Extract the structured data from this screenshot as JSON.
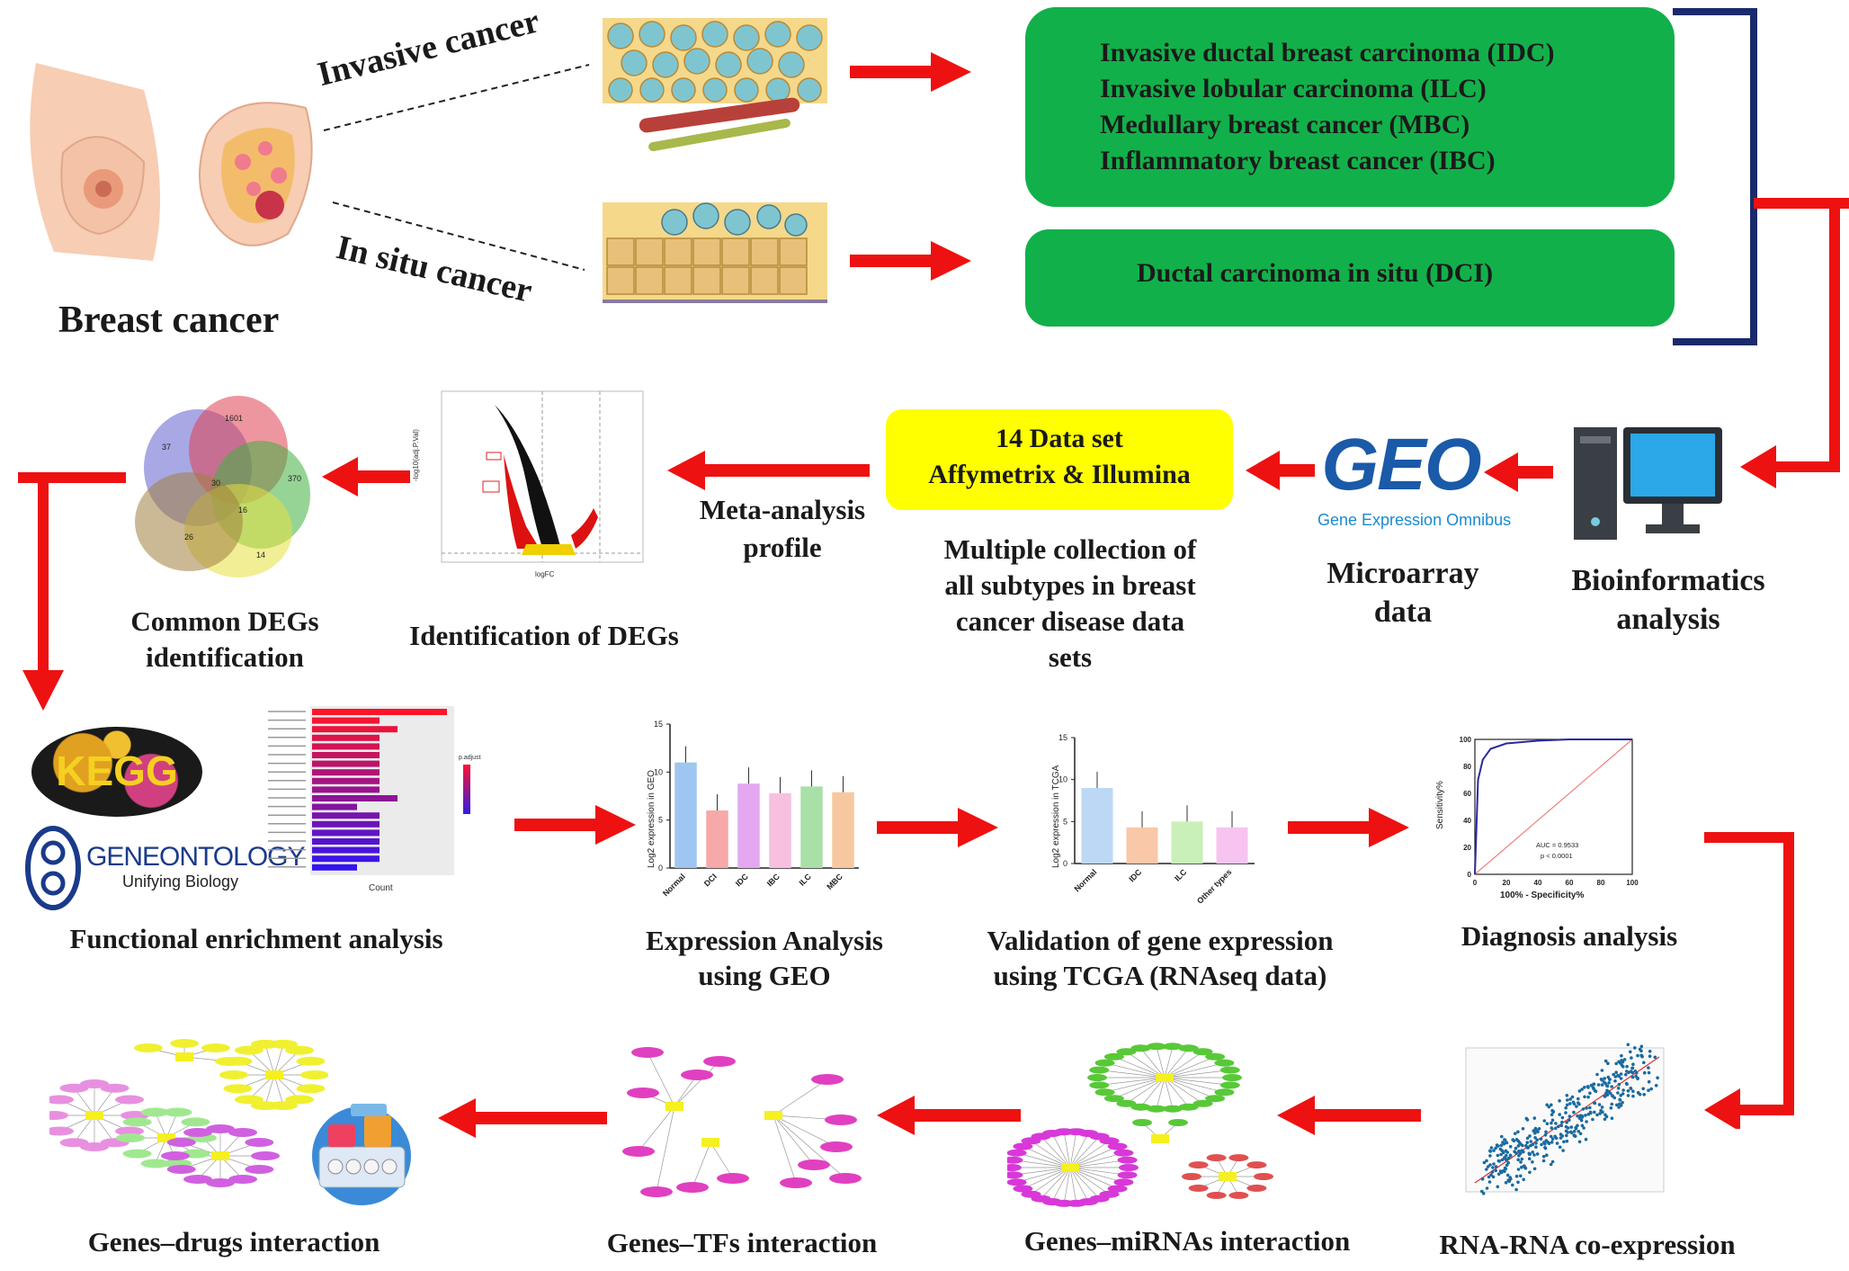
{
  "top": {
    "title": "Breast cancer",
    "invasive_label": "Invasive cancer",
    "insitu_label": "In situ cancer",
    "invasive_types": [
      "Invasive ductal breast carcinoma (IDC)",
      "Invasive  lobular carcinoma (ILC)",
      "Medullary breast cancer (MBC)",
      "Inflammatory   breast cancer (IBC)"
    ],
    "insitu_type": "Ductal carcinoma in situ (DCI)"
  },
  "row2": {
    "bioinformatics": [
      "Bioinformatics",
      "analysis"
    ],
    "microarray": [
      "Microarray",
      "data"
    ],
    "geo_logo": "GEO",
    "geo_subtitle": "Gene Expression Omnibus",
    "dataset_line1": "14 Data set",
    "dataset_line2": "Affymetrix   & Illumina",
    "collection": [
      "Multiple collection of",
      "all subtypes  in breast",
      "cancer disease data",
      "sets"
    ],
    "meta": [
      "Meta-analysis",
      "profile"
    ],
    "degs": "Identification of DEGs",
    "common": [
      "Common  DEGs",
      "identification"
    ]
  },
  "row3": {
    "functional": "Functional enrichment  analysis",
    "kegg_logo": "KEGG",
    "go_logo": "GENEONTOLOGY",
    "go_subtitle": "Unifying Biology",
    "expression": [
      "Expression Analysis",
      "using GEO"
    ],
    "validation": [
      "Validation  of gene expression",
      "using TCGA (RNAseq data)"
    ],
    "diagnosis": "Diagnosis analysis",
    "geo_chart_categories": [
      "Normal",
      "DCI",
      "IDC",
      "IBC",
      "ILC",
      "MBC"
    ],
    "geo_chart_ylabel": "Log2 expression in GEO",
    "tcga_chart_categories": [
      "Normal",
      "IDC",
      "ILC",
      "Other types"
    ],
    "tcga_chart_ylabel": "Log2 expression in TCGA",
    "roc_ylabel": "Sensitivity%",
    "roc_xlabel": "100% - Specificity%",
    "roc_auc": "AUC = 0.9533",
    "roc_p": "p < 0.0001",
    "bar_xlabel": "Count",
    "bar_legend": "p.adjust"
  },
  "row4": {
    "drugs": "Genes–drugs interaction",
    "tfs": "Genes–TFs interaction",
    "mirnas": "Genes–miRNAs interaction",
    "rna": "RNA-RNA  co-expression"
  },
  "colors": {
    "green": "#12b04a",
    "yellow": "#ffff00",
    "arrow": "#ee1111",
    "bracket": "#1a2a6c"
  },
  "chart_data": [
    {
      "type": "bar",
      "categories": [
        "Normal",
        "DCI",
        "IDC",
        "IBC",
        "ILC",
        "MBC"
      ],
      "values": [
        11,
        6,
        8.8,
        7.8,
        8.5,
        7.9
      ],
      "ylabel": "Log2 expression in GEO",
      "ylim": [
        0,
        15
      ]
    },
    {
      "type": "bar",
      "categories": [
        "Normal",
        "IDC",
        "ILC",
        "Other types"
      ],
      "values": [
        9,
        4.3,
        5,
        4.3
      ],
      "ylabel": "Log2 expression in TCGA",
      "ylim": [
        0,
        15
      ]
    },
    {
      "type": "line",
      "xlabel": "100% - Specificity%",
      "ylabel": "Sensitivity%",
      "x": [
        0,
        2,
        5,
        10,
        20,
        40,
        60,
        80,
        100
      ],
      "y": [
        0,
        70,
        85,
        93,
        97,
        99,
        100,
        100,
        100
      ],
      "xlim": [
        0,
        100
      ],
      "ylim": [
        0,
        100
      ]
    }
  ]
}
